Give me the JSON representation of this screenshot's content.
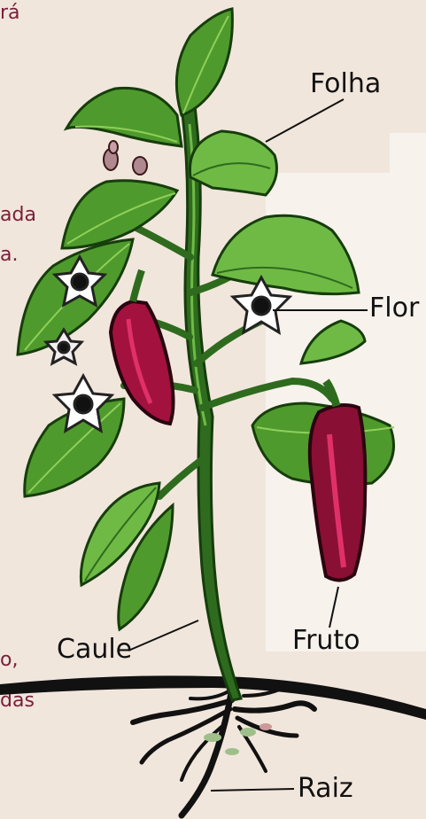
{
  "colors": {
    "background": "#f1e6dc",
    "fragment_text": "#7a1e3a",
    "leaf_dark": "#2e6b1e",
    "leaf_mid": "#4f9a2c",
    "leaf_light": "#8fd05a",
    "fruit_dark": "#5a0a22",
    "fruit_mid": "#a3123f",
    "fruit_light": "#e0306a",
    "root": "#111111"
  },
  "text_fragments": {
    "top": "rá",
    "mid1": "ada",
    "mid2": "a.",
    "bottom1": "o,",
    "bottom2": "das"
  },
  "labels": {
    "folha": "Folha",
    "flor": "Flor",
    "caule": "Caule",
    "fruto": "Fruto",
    "raiz": "Raiz"
  }
}
